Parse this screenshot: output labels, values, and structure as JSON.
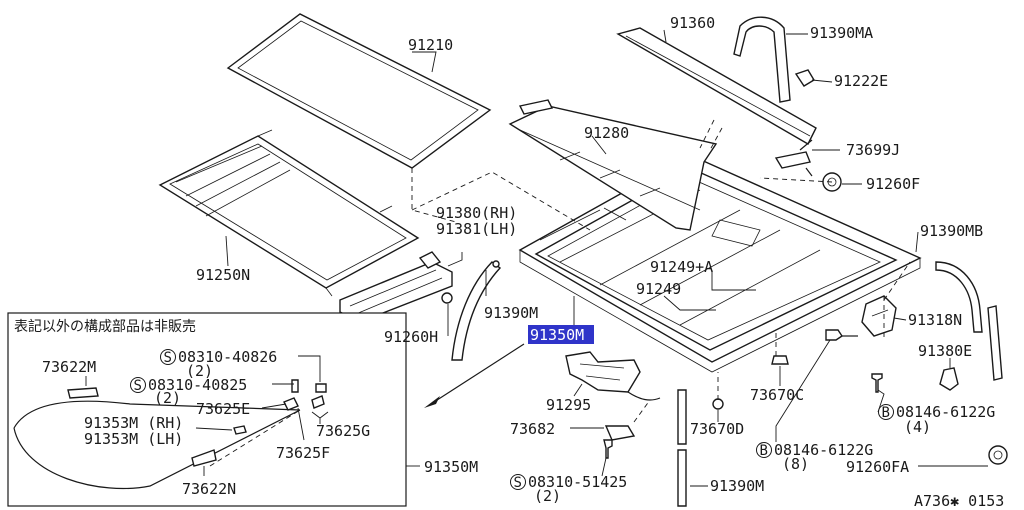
{
  "diagram_code": "A736✱ 0153",
  "note_box": {
    "title": "表記以外の構成部品は非販売",
    "labels": {
      "m73622m": "73622M",
      "s1_code": "08310-40826",
      "s1_qty": "(2)",
      "s2_code": "08310-40825",
      "s2_qty": "(2)",
      "m73625e": "73625E",
      "m91353m_rh": "91353M (RH)",
      "m91353m_lh": "91353M (LH)",
      "m73625g": "73625G",
      "m73625f": "73625F",
      "m73622n": "73622N"
    },
    "symbol_s": "S"
  },
  "parts": {
    "p91210": "91210",
    "p91250n": "91250N",
    "p91380": "91380(RH)",
    "p91381": "91381(LH)",
    "p91260h": "91260H",
    "p91390m_top": "91390M",
    "p91350m": "91350M",
    "p91350m_box": "91350M",
    "p91360": "91360",
    "p91390ma": "91390MA",
    "p91222e": "91222E",
    "p91280": "91280",
    "p73699j": "73699J",
    "p91260f": "91260F",
    "p91249a": "91249+A",
    "p91249": "91249",
    "p91390mb": "91390MB",
    "p91318n": "91318N",
    "p91380e": "91380E",
    "p73670c": "73670C",
    "p91295": "91295",
    "p73682": "73682",
    "p73670d": "73670D",
    "b1_code": "08146-6122G",
    "b1_qty": "(4)",
    "b2_code": "08146-6122G",
    "b2_qty": "(8)",
    "s3_code": "08310-51425",
    "s3_qty": "(2)",
    "p91260fa": "91260FA",
    "p91390m_bot": "91390M"
  },
  "symbols": {
    "b": "B",
    "s": "S"
  },
  "highlight": {
    "part": "91350M",
    "color": "#2f34c9"
  }
}
